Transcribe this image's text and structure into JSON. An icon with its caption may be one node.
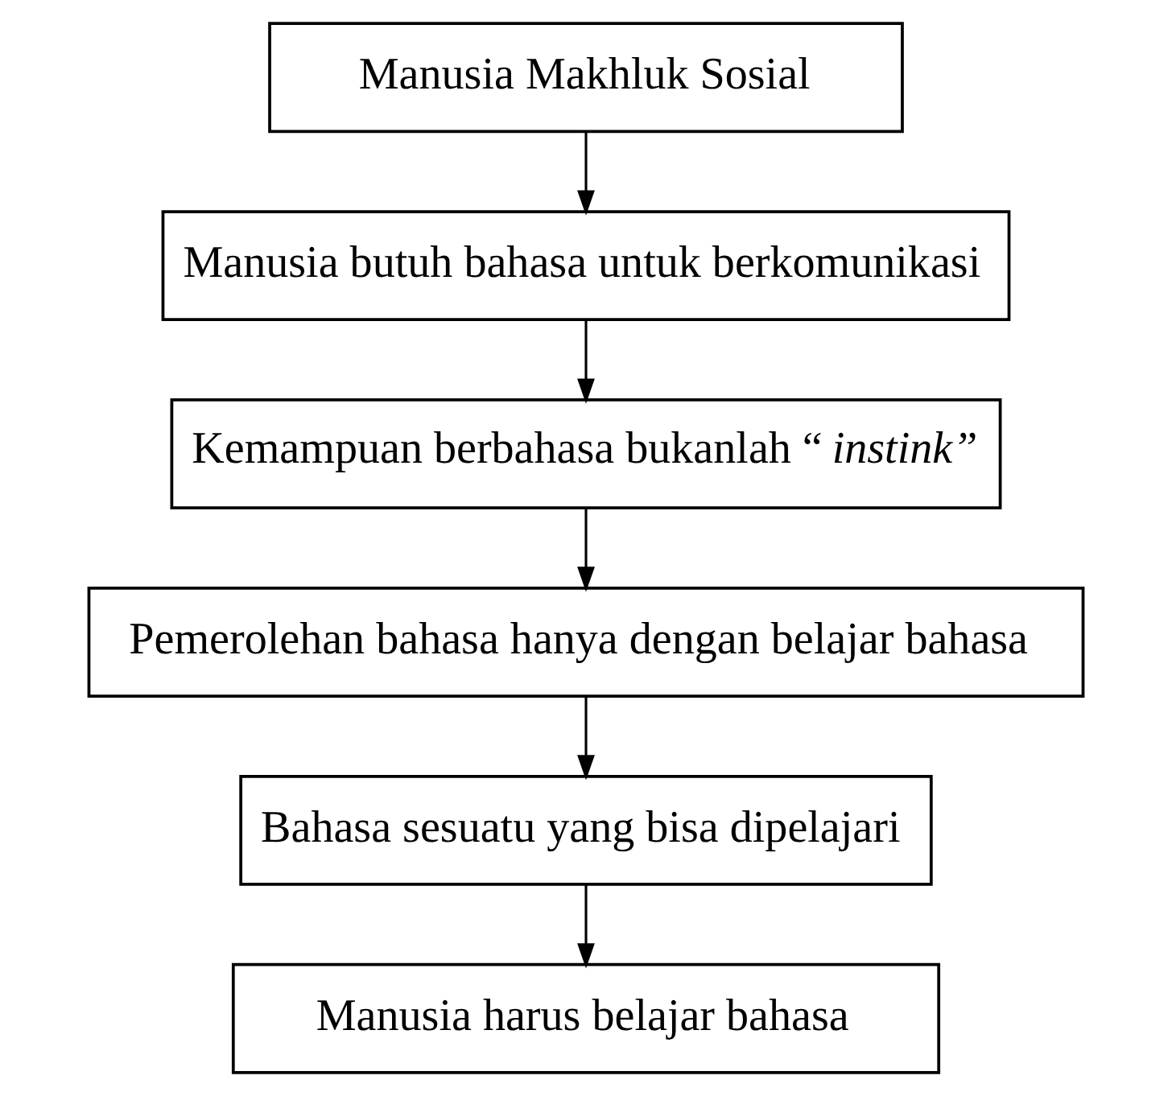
{
  "diagram": {
    "nodes": [
      {
        "text": [
          "Manusia Makhluk Sosial"
        ]
      },
      {
        "text": [
          "Manusia butuh bahasa untuk berkomunikasi"
        ]
      },
      {
        "text": [
          "Kemampuan berbahasa bukanlah “*instink”*"
        ]
      },
      {
        "text": [
          "Pemerolehan bahasa hanya dengan belajar bahasa"
        ]
      },
      {
        "text": [
          "Bahasa sesuatu yang bisa dipelajari"
        ]
      },
      {
        "text": [
          "Manusia harus belajar bahasa"
        ]
      }
    ],
    "edges": [
      {
        "from": 0,
        "to": 1,
        "arrow": "to"
      },
      {
        "from": 1,
        "to": 2,
        "arrow": "to"
      },
      {
        "from": 2,
        "to": 3,
        "arrow": "to"
      },
      {
        "from": 3,
        "to": 4,
        "arrow": "to"
      },
      {
        "from": 4,
        "to": 5,
        "arrow": "to"
      }
    ]
  }
}
